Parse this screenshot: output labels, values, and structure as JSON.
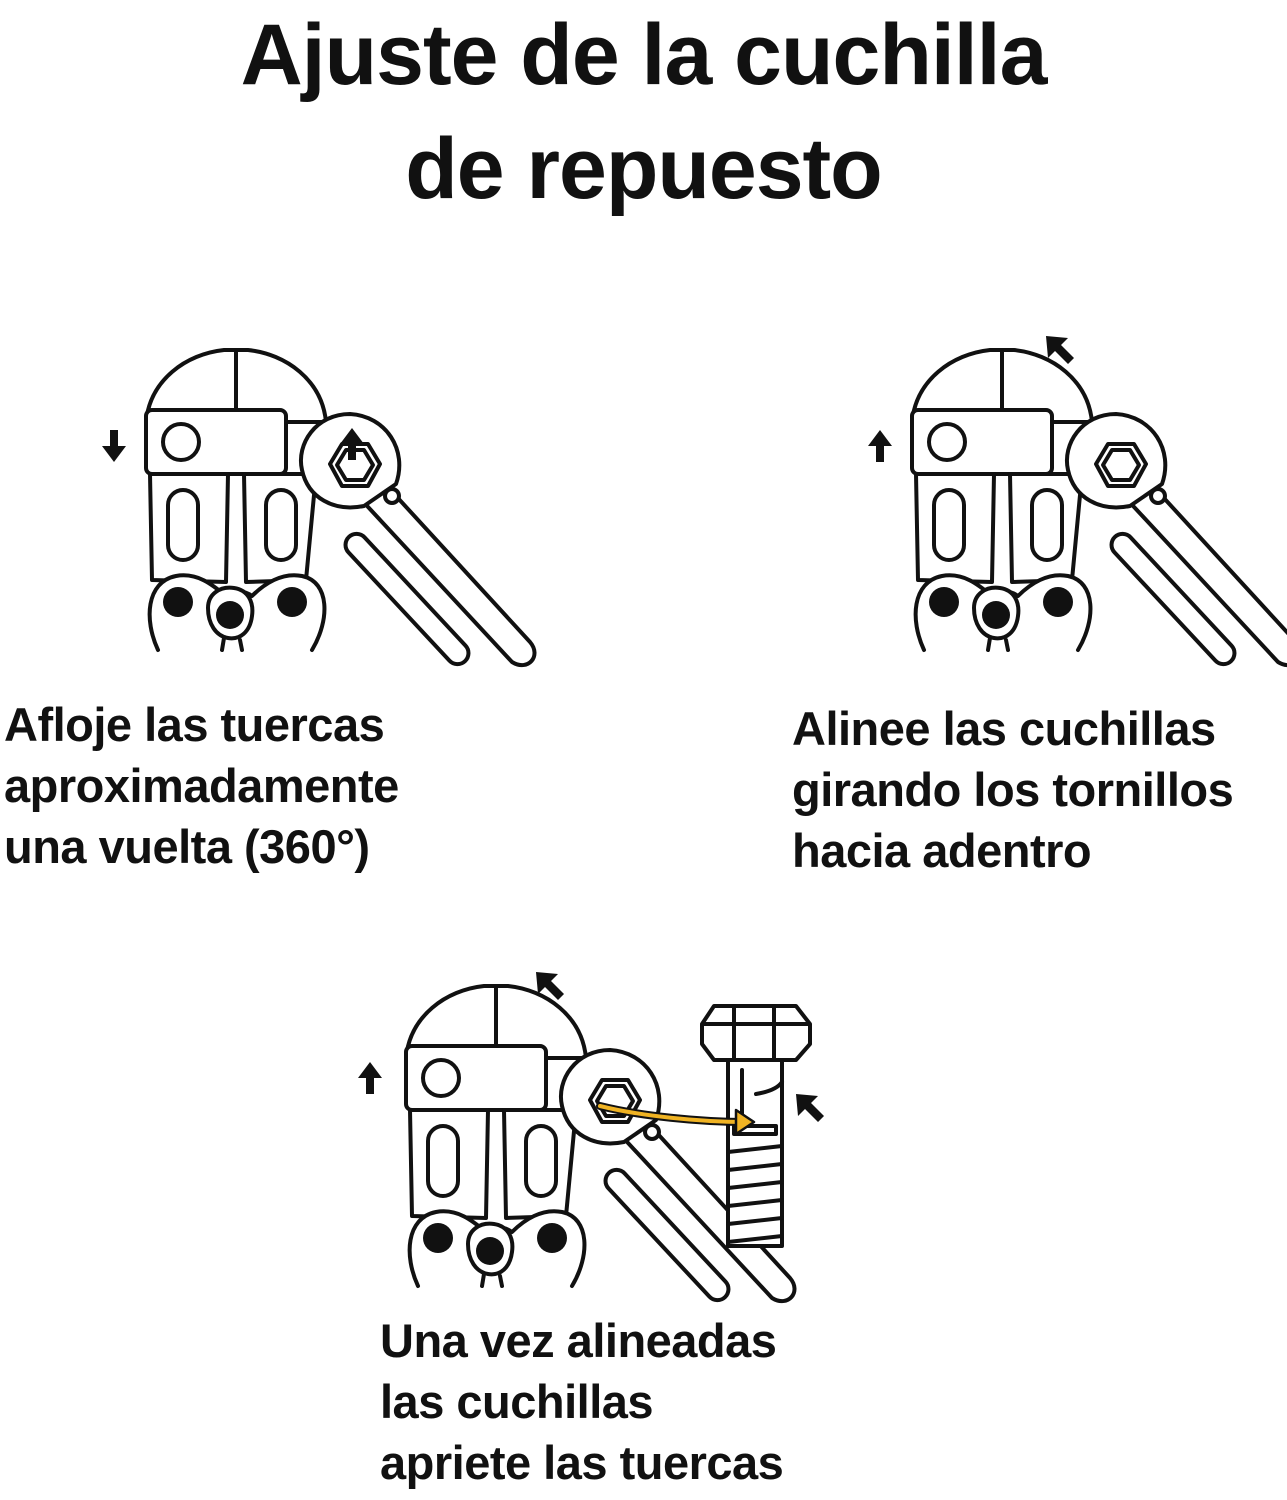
{
  "title": {
    "line1": "Ajuste de la cuchilla",
    "line2": "de repuesto"
  },
  "steps": [
    {
      "lines": [
        "Afloje las tuercas",
        "aproximadamente",
        "una vuelta (360°)"
      ]
    },
    {
      "lines": [
        "Alinee las cuchillas",
        "girando los tornillos",
        "hacia adentro"
      ]
    },
    {
      "lines": [
        "Una vez alineadas",
        "las cuchillas",
        "apriete las tuercas"
      ]
    }
  ],
  "colors": {
    "line": "#111111",
    "background": "#ffffff",
    "accent_arrow": "#f0b323"
  },
  "icons": [
    "bolt-cutter-head-icon",
    "wrench-icon",
    "arrow-up-icon",
    "arrow-down-icon",
    "arrow-diagonal-icon",
    "bolt-icon"
  ]
}
